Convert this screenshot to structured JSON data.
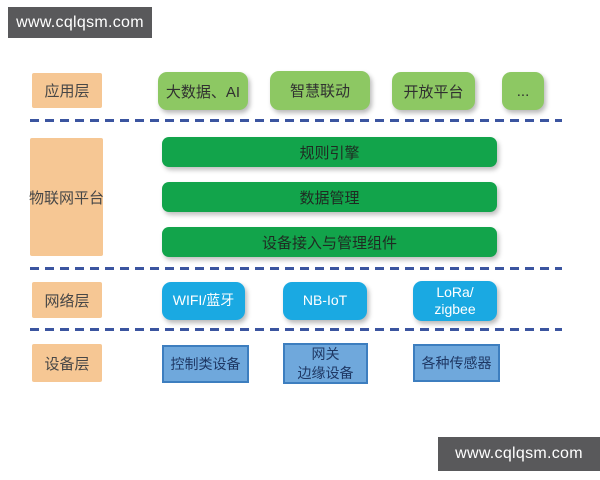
{
  "watermarks": {
    "top": "www.cqlqsm.com",
    "bottom": "www.cqlqsm.com"
  },
  "colors": {
    "label_bg": "#f6c794",
    "app_item_bg": "#8dc863",
    "platform_bar_bg": "#12a44b",
    "network_item_bg": "#1aa9e2",
    "device_item_bg": "#6fa8dc",
    "device_item_border": "#3d7ebf",
    "divider": "#3b55a0",
    "watermark_bg": "#59595b",
    "background": "#ffffff"
  },
  "layers": {
    "application": {
      "label": "应用层",
      "items": [
        {
          "text": "大数据、AI"
        },
        {
          "text": "智慧联动"
        },
        {
          "text": "开放平台"
        },
        {
          "text": "..."
        }
      ]
    },
    "platform": {
      "label": "物联网平台",
      "items": [
        {
          "text": "规则引擎"
        },
        {
          "text": "数据管理"
        },
        {
          "text": "设备接入与管理组件"
        }
      ]
    },
    "network": {
      "label": "网络层",
      "items": [
        {
          "text": "WIFI/蓝牙"
        },
        {
          "text": "NB-IoT"
        },
        {
          "text": "LoRa/\nzigbee"
        }
      ]
    },
    "device": {
      "label": "设备层",
      "items": [
        {
          "text": "控制类设备"
        },
        {
          "text": "网关\n边缘设备"
        },
        {
          "text": "各种传感器"
        }
      ]
    }
  }
}
